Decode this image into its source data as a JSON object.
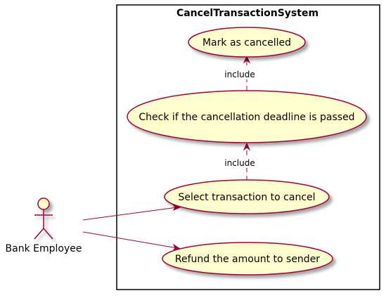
{
  "system": {
    "title": "CancelTransactionSystem"
  },
  "actor": {
    "label": "Bank Employee"
  },
  "use_cases": {
    "mark": "Mark as cancelled",
    "check": "Check if the cancellation deadline is passed",
    "select": "Select transaction to cancel",
    "refund": "Refund the amount to sender"
  },
  "relations": {
    "include_1": "include",
    "include_2": "include"
  },
  "colors": {
    "usecase_fill": "#FEFECE",
    "border": "#A80036",
    "arrow": "#A80036",
    "boundary": "#000000"
  }
}
